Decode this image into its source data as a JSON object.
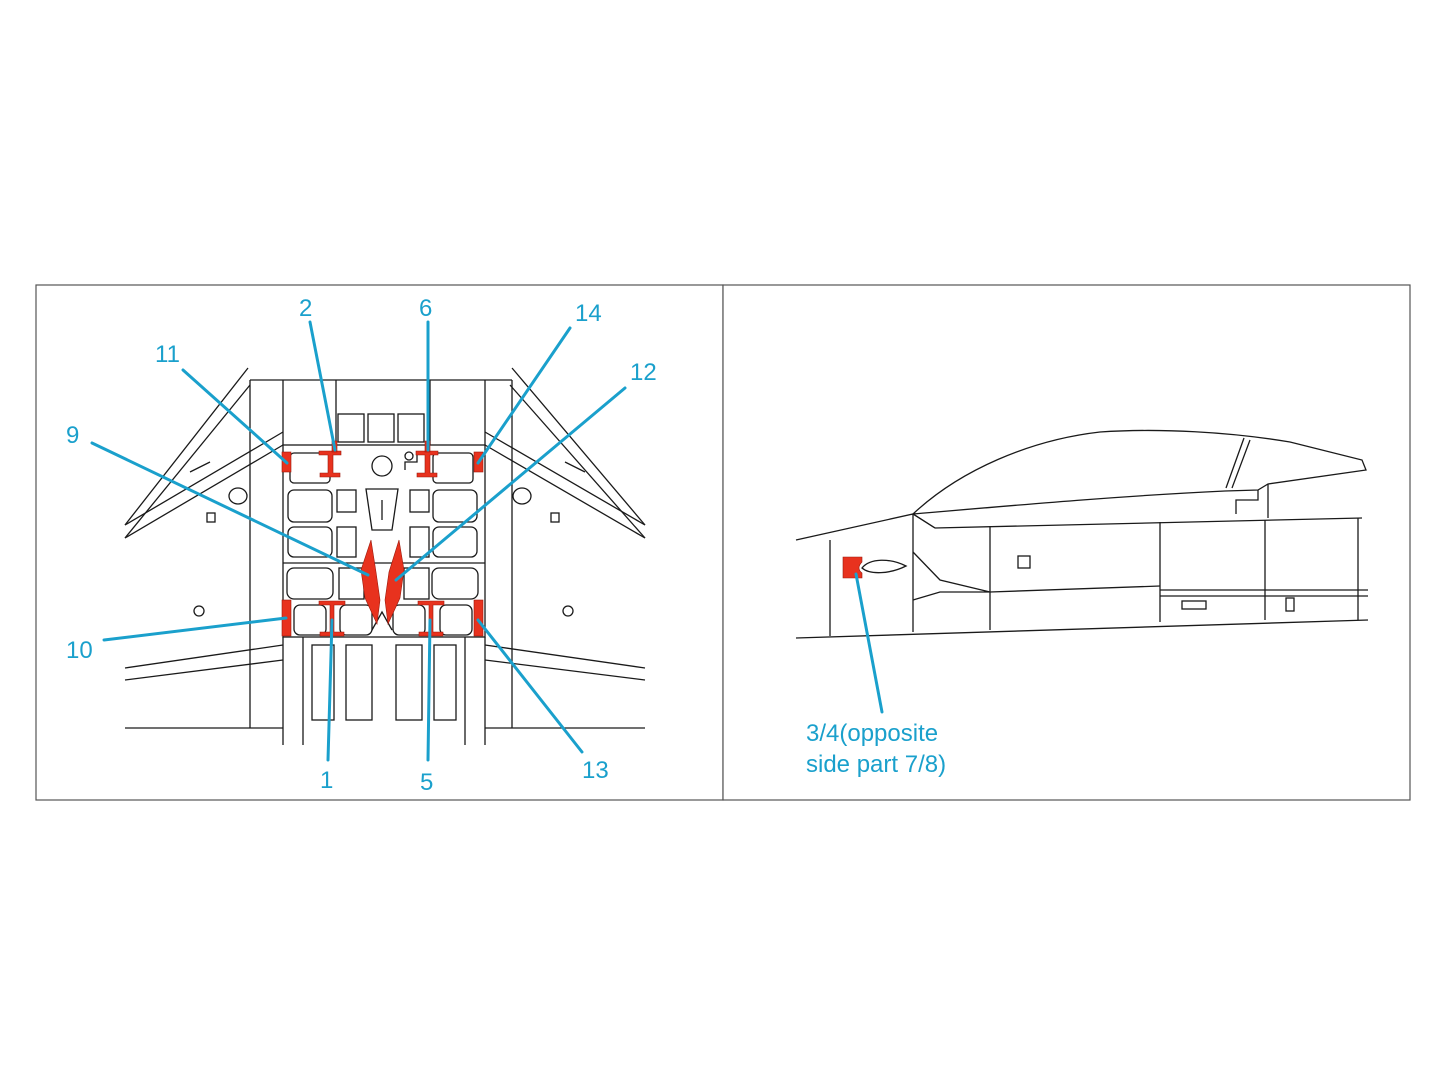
{
  "callouts": {
    "c1": "1",
    "c2": "2",
    "c5": "5",
    "c6": "6",
    "c9": "9",
    "c10": "10",
    "c11": "11",
    "c12": "12",
    "c13": "13",
    "c14": "14",
    "c34_line1": "3/4(opposite",
    "c34_line2": "side part 7/8)"
  },
  "colors": {
    "mask": "#e8321e",
    "callout": "#1aa0cc",
    "line": "#1a1a1a"
  }
}
